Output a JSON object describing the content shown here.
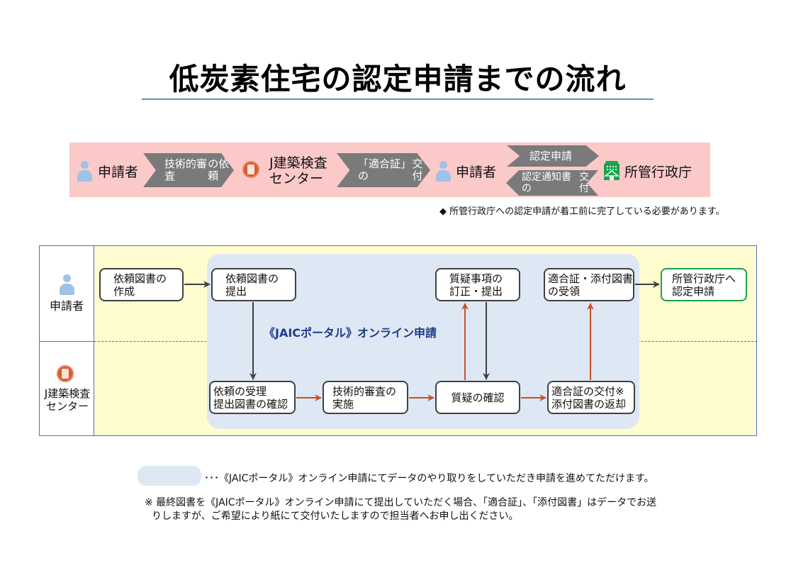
{
  "title": "低炭素住宅の認定申請までの流れ",
  "summary": {
    "applicant_1": "申請者",
    "step_1": [
      "技術的審査",
      "の依頼"
    ],
    "center": [
      "J建築検査",
      "センター"
    ],
    "step_2": [
      "「適合証」の",
      "交付"
    ],
    "applicant_2": "申請者",
    "step_3": "認定申請",
    "step_4": [
      "認定通知書の",
      "交付"
    ],
    "authority": "所管行政庁",
    "note": "◆ 所管行政庁への認定申請が着工前に完了している必要があります。"
  },
  "lanes": {
    "applicant": "申請者",
    "center": [
      "J建築検査",
      "センター"
    ]
  },
  "portal_label": "《JAICポータル》オンライン申請",
  "nodes": {
    "create_docs": [
      "依頼図書の",
      "作成"
    ],
    "submit_docs": [
      "依頼図書の",
      "提出"
    ],
    "correct_submit": [
      "質疑事項の",
      "訂正・提出"
    ],
    "receive_cert": [
      "適合証・添付図書",
      "の受領"
    ],
    "apply_authority": [
      "所管行政庁へ",
      "認定申請"
    ],
    "accept_check": [
      "依頼の受理",
      "提出図書の確認"
    ],
    "tech_review": [
      "技術的審査の",
      "実施"
    ],
    "qa_check": [
      "質疑の確認"
    ],
    "issue_cert": [
      "適合証の交付※",
      "添付図書の返却"
    ]
  },
  "colors": {
    "band": "#fcc9c9",
    "lane_bg": "#fffccf",
    "portal_bg": "#dde8f4",
    "lane_border": "#4472c4",
    "arrow_dark": "#404040",
    "arrow_orange": "#c8502a",
    "final_border": "#1aa34a",
    "person": "#9dc3e6",
    "gov": "#1aa34a"
  },
  "legend": "･･･《JAICポータル》オンライン申請にてデータのやり取りをしていただき申請を進めてただけます。",
  "footnote": [
    "※ 最終図書を《JAICポータル》オンライン申請にて提出していただく場合、「適合証」、「添付図書」はデータでお送",
    "りしますが、ご希望により紙にて交付いたしますので担当者へお申し出ください。"
  ]
}
